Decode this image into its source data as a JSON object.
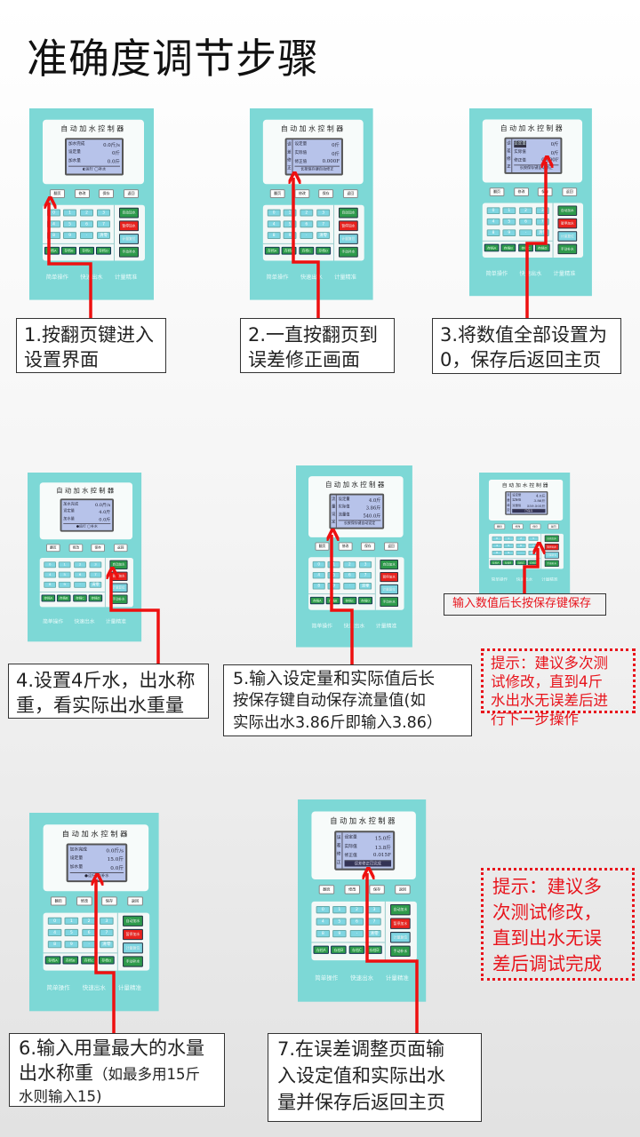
{
  "title": "准确度调节步骤",
  "controller": {
    "title": "自动加水控制器",
    "function_buttons": [
      "翻页",
      "修改",
      "保存",
      "返回"
    ],
    "keys": [
      "0",
      "1",
      "2",
      "3",
      "4",
      "5",
      "6",
      "7",
      "8",
      "9",
      "·",
      "清零"
    ],
    "store_buttons": [
      "存档A",
      "存档B",
      "存档C",
      "存档D"
    ],
    "right_buttons": [
      {
        "label": "自动加水",
        "color": "#2e9a4b"
      },
      {
        "label": "暂停加水",
        "color": "#e8231f"
      },
      {
        "label": "计量复位",
        "color": "#7fd6e2"
      },
      {
        "label": "手动补水",
        "color": "#2e9a4b"
      }
    ],
    "slogans": [
      "简单操作",
      "快速出水",
      "计量精准"
    ]
  },
  "panels": [
    {
      "side": "",
      "rows": [
        {
          "label": "加水完成",
          "value": "0.0斤/s"
        },
        {
          "label": "设定量",
          "value": "0斤"
        },
        {
          "label": "加水量",
          "value": "0.0斤"
        }
      ],
      "footer": "◐运行  ◯补水",
      "footer_hl": false
    },
    {
      "side": "误差修正",
      "rows": [
        {
          "label": "设定量",
          "value": "0斤"
        },
        {
          "label": "实际值",
          "value": "0斤"
        },
        {
          "label": "修正值",
          "value": "0.000F"
        }
      ],
      "footer": "长按保存键自动修正",
      "footer_hl": false
    },
    {
      "side": "误差修正",
      "rows": [
        {
          "label": "设定量",
          "value": "0斤",
          "hl": true
        },
        {
          "label": "实际值",
          "value": "0斤"
        },
        {
          "label": "修正值",
          "value": "0.000F"
        }
      ],
      "footer": "长按保存键自动修正",
      "footer_hl": false
    },
    {
      "side": "",
      "rows": [
        {
          "label": "加水完成",
          "value": "0.0斤/s"
        },
        {
          "label": "设定量",
          "value": "4.0斤"
        },
        {
          "label": "加水量",
          "value": "0.0斤"
        }
      ],
      "footer": "●运行  ◯补水",
      "footer_hl": false
    },
    {
      "side": "流量设定",
      "rows": [
        {
          "label": "设定量",
          "value": "4.0斤"
        },
        {
          "label": "实际值",
          "value": "3.86斤"
        },
        {
          "label": "流量值",
          "value": "540.0斤"
        }
      ],
      "footer": "长按保存键自动设定",
      "footer_hl": false
    },
    {
      "side": "流量设定",
      "rows": [
        {
          "label": "设定量",
          "value": "4.0斤"
        },
        {
          "label": "实际值",
          "value": "3.86斤"
        },
        {
          "label": "流量值",
          "value": "559.505斤"
        }
      ],
      "footer": "已保存",
      "footer_hl": true
    },
    {
      "side": "",
      "rows": [
        {
          "label": "加水完成",
          "value": "0.0斤/s"
        },
        {
          "label": "设定量",
          "value": "15.0斤"
        },
        {
          "label": "加水量",
          "value": "0.0斤"
        }
      ],
      "footer": "●运行  ◯补水",
      "footer_hl": false
    },
    {
      "side": "误差修正",
      "rows": [
        {
          "label": "设定量",
          "value": "15.0斤"
        },
        {
          "label": "实际值",
          "value": "13.8斤"
        },
        {
          "label": "修正值",
          "value": "0.015F"
        }
      ],
      "footer": "误差修正已完成",
      "footer_hl": true
    }
  ],
  "steps": {
    "s1": [
      "1.按翻页键进入",
      "设置界面"
    ],
    "s2": [
      "2.一直按翻页到",
      "误差修正画面"
    ],
    "s3": [
      "3.将数值全部设置为",
      "0，保存后返回主页"
    ],
    "s4": [
      "4.设置4斤水，出水称",
      "重，看实际出水重量"
    ],
    "s5": [
      "5.输入设定量和实际值后长",
      "按保存键自动保存流量值(如",
      "实际出水3.86斤即输入3.86）"
    ],
    "s5_caption": "输入数值后长按保存键保存",
    "s6": [
      "6.输入用量最大的水量",
      "出水称重",
      "（如最多用15斤",
      "水则输入15)"
    ],
    "s7": [
      "7.在误差调整页面输",
      "入设定值和实际出水",
      "量并保存后返回主页"
    ]
  },
  "tips": {
    "t1": [
      "提示：建议多次测",
      "试修改，直到4斤",
      "水出水无误差后进",
      "行下一步操作"
    ],
    "t2": [
      "提示：建议多",
      "次测试修改，",
      "直到出水无误",
      "差后调试完成"
    ]
  },
  "colors": {
    "accent_red": "#e8141c",
    "panel_teal": "#7dd8d6"
  }
}
